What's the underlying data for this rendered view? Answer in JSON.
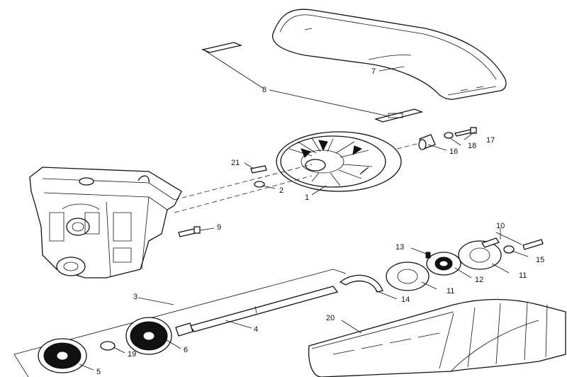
{
  "callouts": {
    "c1": "1",
    "c2": "2",
    "c3": "3",
    "c4": "4",
    "c5": "5",
    "c6": "6",
    "c7": "7",
    "c8": "8",
    "c9": "9",
    "c10": "10",
    "c11a": "11",
    "c11b": "11",
    "c12": "12",
    "c13": "13",
    "c14": "14",
    "c15": "15",
    "c16": "16",
    "c17": "17",
    "c18": "18",
    "c19": "19",
    "c20": "20",
    "c21": "21"
  },
  "colors": {
    "line": "#111111",
    "background": "#ffffff"
  }
}
